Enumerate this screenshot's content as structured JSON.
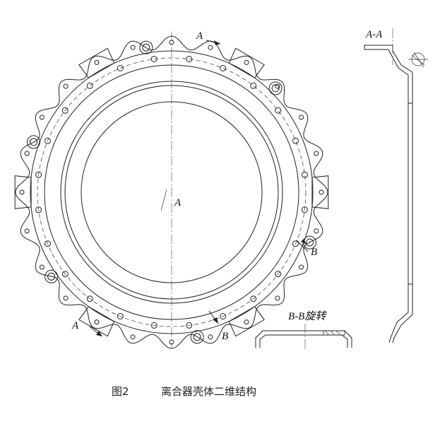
{
  "labels": {
    "a_top": "A",
    "a_bottom": "A",
    "a_center": "A",
    "b_right": "B",
    "b_bottom": "B",
    "section_aa": "A-A",
    "section_bb": "B-B旋转"
  },
  "caption": {
    "figure_no": "图2",
    "title": "离合器壳体二维结构"
  }
}
